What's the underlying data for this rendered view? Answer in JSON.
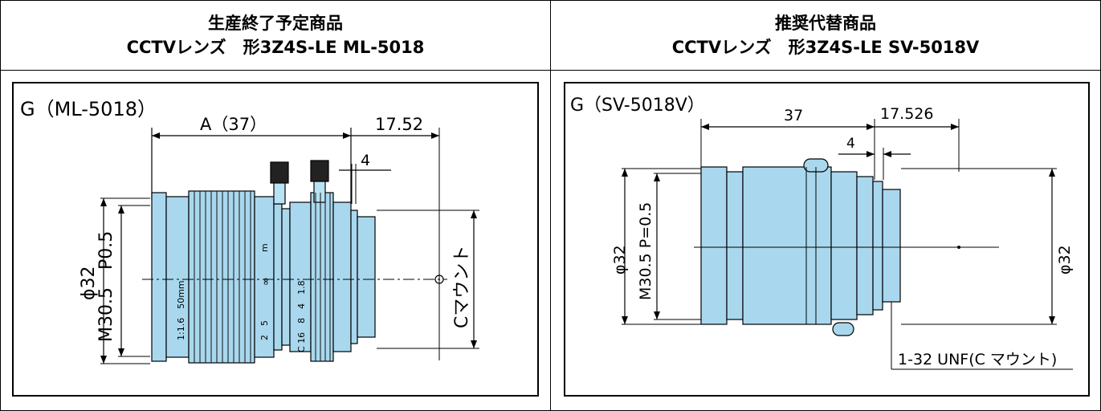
{
  "left": {
    "header_line1": "生産終了予定商品",
    "header_line2": "CCTVレンズ　形3Z4S-LE ML-5018",
    "title": "G（ML-5018）",
    "dim_a": "A（37）",
    "dim_flange": "17.52",
    "dim_four": "4",
    "dim_dia": "ϕ32",
    "dim_thread": "M30.5　P0.5",
    "mount_label": "Cマウント",
    "barrel_text_a": "1:1.6　50mm",
    "barrel_text_m": "m",
    "barrel_text_inf": "∞",
    "barrel_text_25": "2　5",
    "barrel_text_f": "C 16　8　4　1.8"
  },
  "right": {
    "header_line1": "推奨代替商品",
    "header_line2": "CCTVレンズ　形3Z4S-LE SV-5018V",
    "title": "G（SV-5018V）",
    "dim_len": "37",
    "dim_flange": "17.526",
    "dim_four": "4",
    "dim_dia_left": "φ32",
    "dim_thread": "M30.5 P=0.5",
    "dim_dia_right": "φ32",
    "mount_label": "1-32 UNF(C マウント)"
  },
  "colors": {
    "lens": "#a9d8ee",
    "line": "#000000",
    "frame_bg": "#ffffff"
  }
}
